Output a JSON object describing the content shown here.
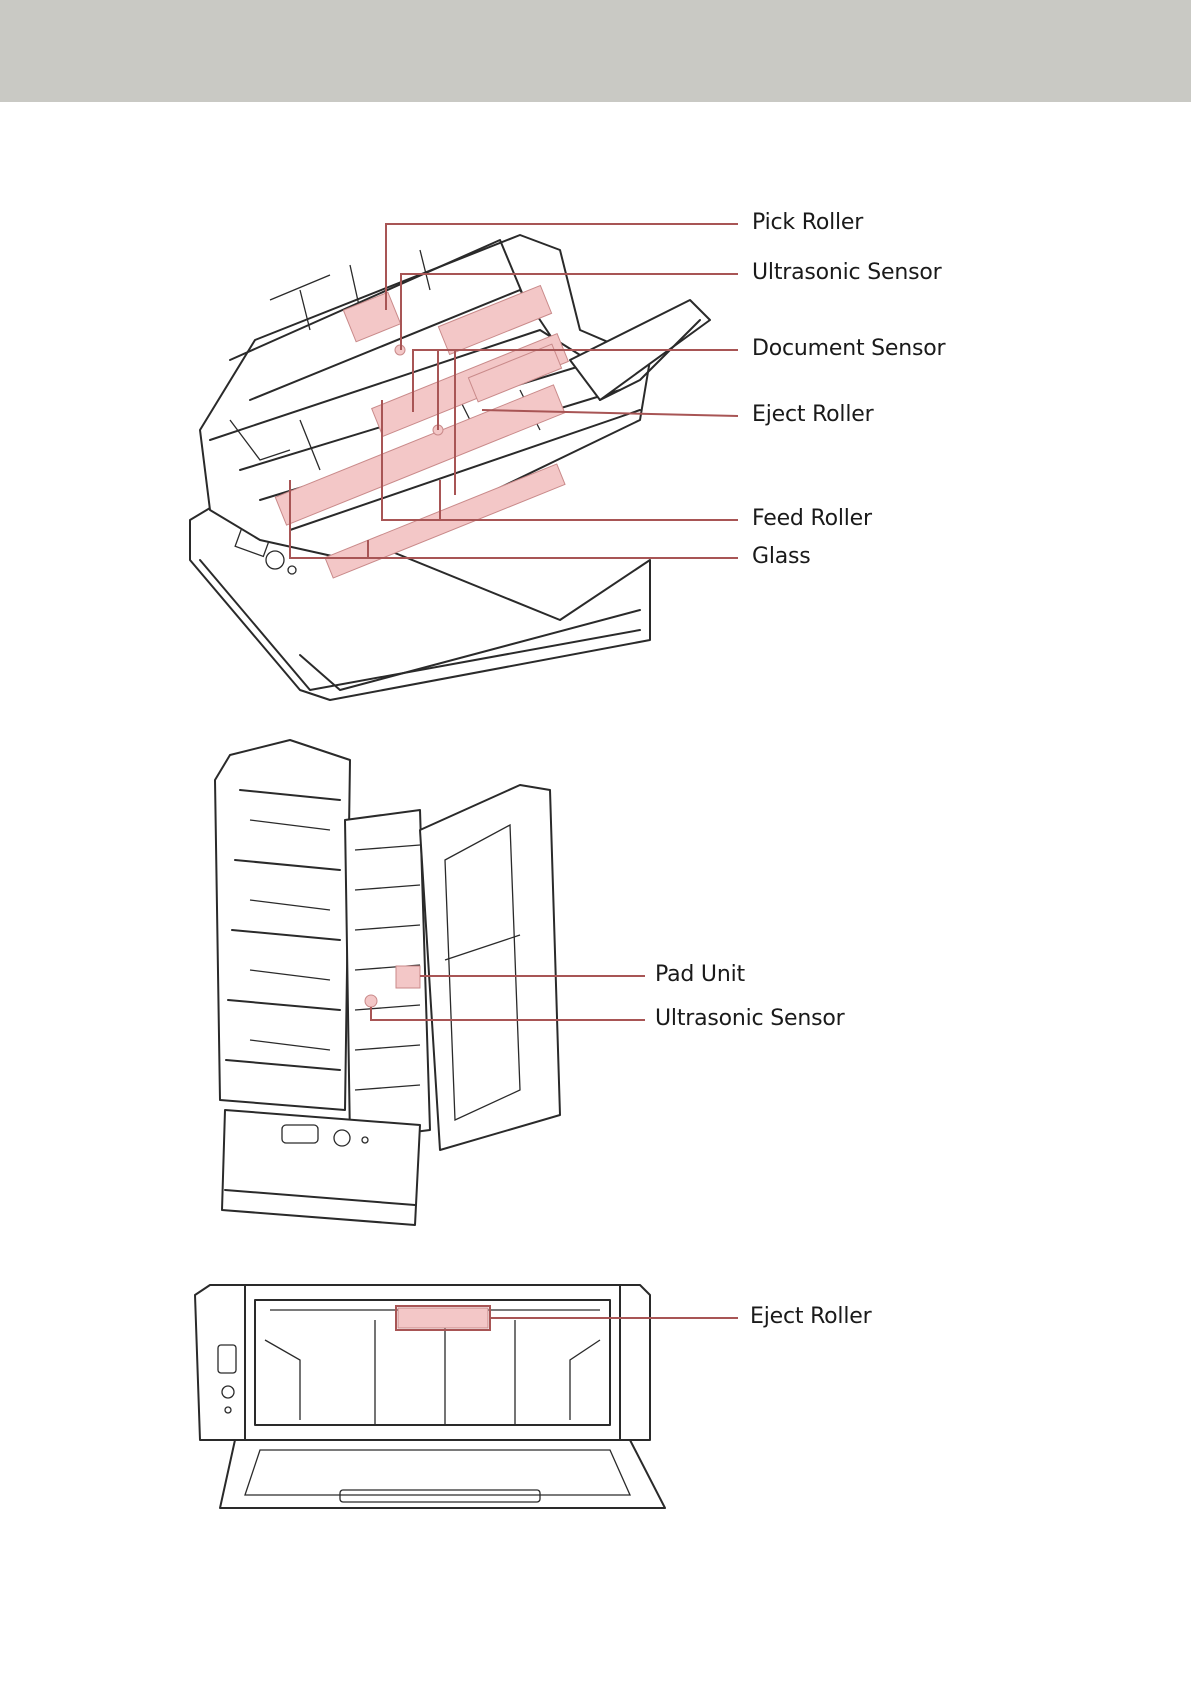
{
  "figures": [
    {
      "id": "scanner-open-top",
      "labels": [
        "Pick Roller",
        "Ultrasonic Sensor",
        "Document Sensor",
        "Eject Roller",
        "Feed Roller",
        "Glass"
      ]
    },
    {
      "id": "scanner-open-side",
      "labels": [
        "Pad Unit",
        "Ultrasonic Sensor"
      ]
    },
    {
      "id": "scanner-front",
      "labels": [
        "Eject Roller"
      ]
    }
  ],
  "colors": {
    "header_band": "#c9c9c4",
    "highlight": "#f3c7c7",
    "leader_line": "#a85555"
  }
}
